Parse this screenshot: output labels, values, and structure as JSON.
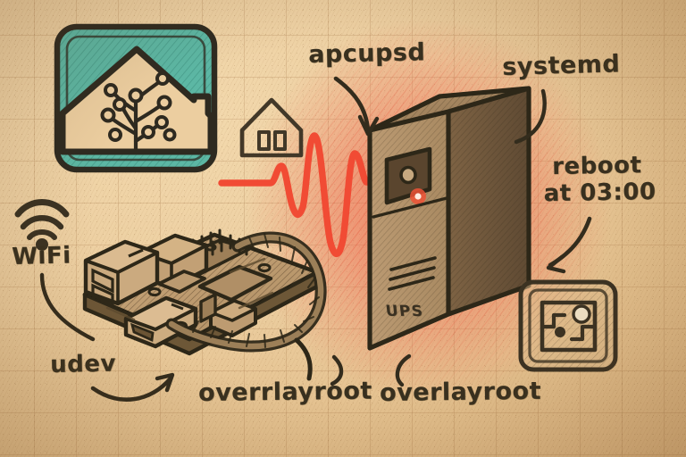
{
  "scene": {
    "title": "Hand-drawn sketch: Home Assistant / Raspberry Pi / UPS power-loss setup",
    "medium": "pencil sketch on tan kraft grid paper",
    "background_color": "#e6c89a",
    "grid_color": "#96643a",
    "ink_color": "#38301f",
    "accent_red": "#f0503c",
    "accent_teal": "#5cb7a4"
  },
  "labels": {
    "apcupsd": "apcupsd",
    "systemd": "systemd",
    "reboot_line1": "reboot",
    "reboot_line2": "at 03:00",
    "wifi": "WiFi",
    "udev": "udev",
    "overlayroot_left": "overrlayroot",
    "overlayroot_right": "overlayroot",
    "ups": "UPS"
  },
  "icons": {
    "home_assistant": "home-assistant-logo-icon",
    "house_outline": "house-outline-icon",
    "wifi": "wifi-signal-icon",
    "chip": "chip-circuit-icon",
    "power_waveform": "power-surge-waveform-icon",
    "ups_led": "ups-status-led-icon"
  },
  "objects": {
    "home_assistant_tile": "Teal rounded-square tile with house + circuit-tree logo",
    "house_outline": "Small outlined house with two windows",
    "raspberry_pi": "Isometric Raspberry Pi single-board computer with USB, ethernet, HDMI, GPIO header and braided cable",
    "ups_tower": "Brown 3D UPS tower with display panel, red status LED, vent slots and UPS label",
    "chip_tile": "Rounded-square tile containing an abstract circuit/chip glyph",
    "red_glow": "Red pencil hatching radiating around the UPS indicating power event"
  },
  "annotations": [
    {
      "label": "apcupsd",
      "points_to": "ups_tower",
      "arrow": "curved-down-right"
    },
    {
      "label": "systemd",
      "points_to": "ups_tower",
      "arrow": "curve-no-head"
    },
    {
      "label": "reboot at 03:00",
      "points_to": "chip_tile",
      "arrow": "curved-down-left"
    },
    {
      "label": "WiFi",
      "points_to": "raspberry_pi",
      "arrow": "curve-no-head"
    },
    {
      "label": "udev",
      "points_to": "raspberry_pi",
      "arrow": "curved-up-right"
    },
    {
      "label": "overrlayroot",
      "points_to": "raspberry_pi",
      "arrow": "curve-no-head"
    },
    {
      "label": "overlayroot",
      "points_to": "ups_tower",
      "arrow": "curve-no-head"
    }
  ]
}
